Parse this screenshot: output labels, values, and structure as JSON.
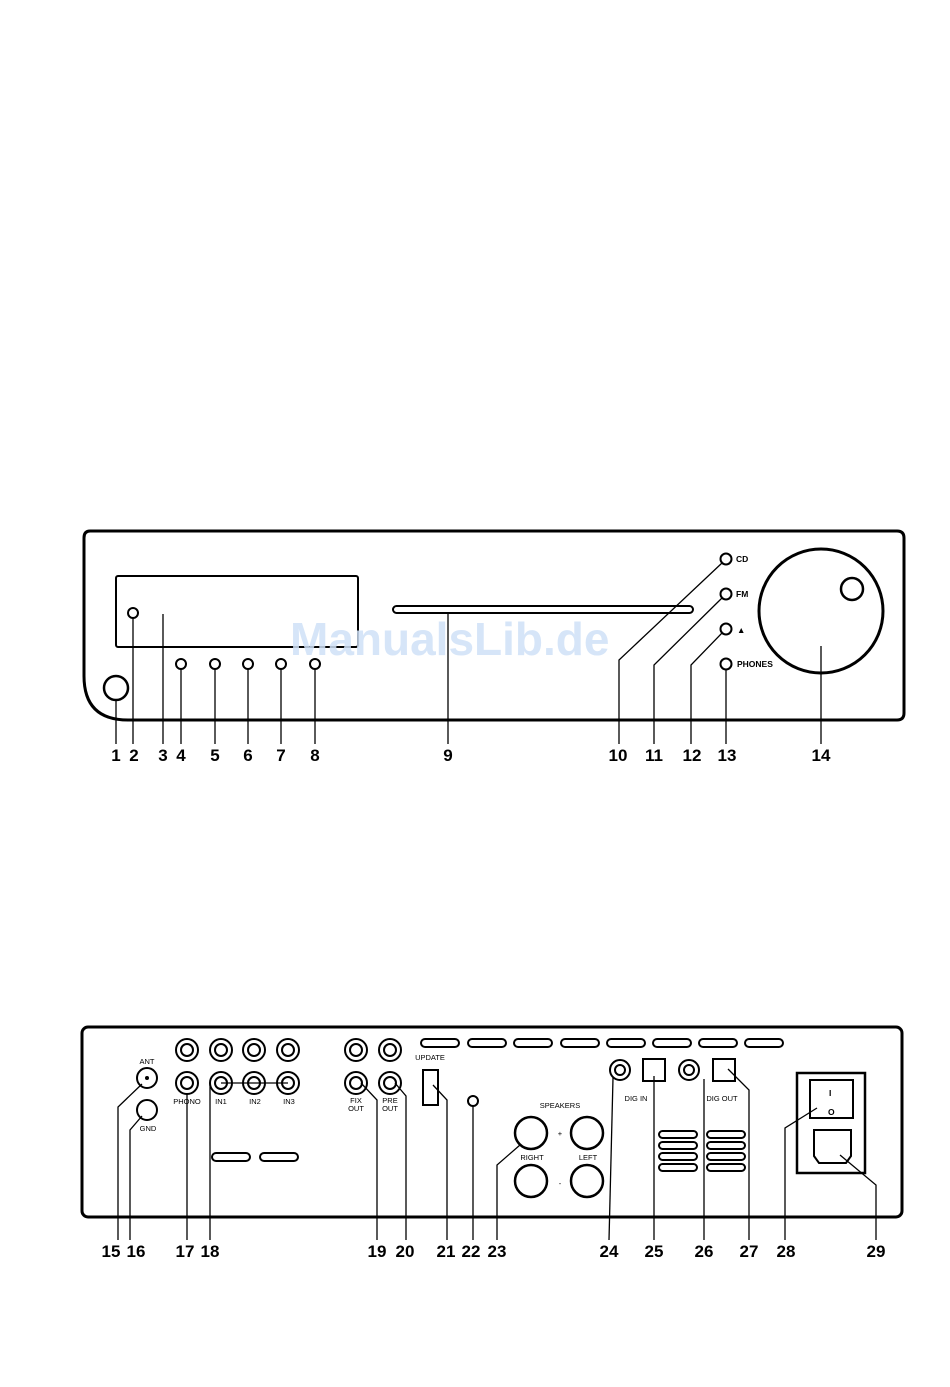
{
  "front_panel": {
    "button_labels": {
      "cd": "CD",
      "fm": "FM",
      "eject": "▲",
      "phones": "PHONES"
    },
    "callouts": [
      "1",
      "2",
      "3",
      "4",
      "5",
      "6",
      "7",
      "8",
      "9",
      "10",
      "11",
      "12",
      "13",
      "14"
    ]
  },
  "rear_panel": {
    "jack_labels": {
      "ant": "ANT",
      "gnd": "GND",
      "phono": "PHONO",
      "in1": "IN1",
      "in2": "IN2",
      "in3": "IN3",
      "fix_out_1": "FIX",
      "fix_out_2": "OUT",
      "pre_out_1": "PRE",
      "pre_out_2": "OUT",
      "update": "UPDATE",
      "speakers": "SPEAKERS",
      "plus": "+",
      "minus": "-",
      "right": "RIGHT",
      "left": "LEFT",
      "dig_in": "DIG IN",
      "dig_out": "DIG OUT",
      "power_on": "I",
      "power_off": "O"
    },
    "callouts": [
      "15",
      "16",
      "17",
      "18",
      "19",
      "20",
      "21",
      "22",
      "23",
      "24",
      "25",
      "26",
      "27",
      "28",
      "29"
    ]
  },
  "watermark": "ManualsLib.de"
}
